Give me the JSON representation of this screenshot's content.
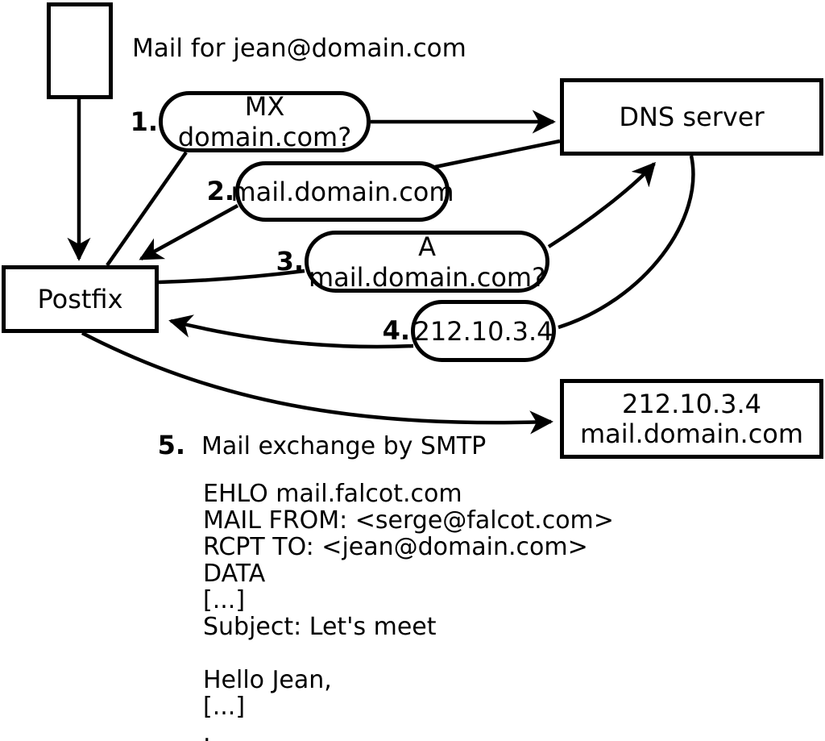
{
  "diagram": {
    "mail_note": "Mail for jean@domain.com",
    "postfix_label": "Postfix",
    "dns_label": "DNS server",
    "steps": [
      {
        "num": "1.",
        "label": "MX domain.com?"
      },
      {
        "num": "2.",
        "label": "mail.domain.com"
      },
      {
        "num": "3.",
        "label": "A mail.domain.com?"
      },
      {
        "num": "4.",
        "label": "212.10.3.4"
      }
    ],
    "step5": {
      "num": "5.",
      "label": "Mail exchange by SMTP"
    },
    "target_box": {
      "line1": "212.10.3.4",
      "line2": "mail.domain.com"
    },
    "smtp_transcript": [
      "EHLO mail.falcot.com",
      "MAIL FROM: <serge@falcot.com>",
      "RCPT TO: <jean@domain.com>",
      "DATA",
      "[...]",
      "Subject: Let's meet",
      "",
      "Hello Jean,",
      "[...]",
      "."
    ]
  },
  "colors": {
    "ink": "#000000",
    "background": "#ffffff"
  }
}
